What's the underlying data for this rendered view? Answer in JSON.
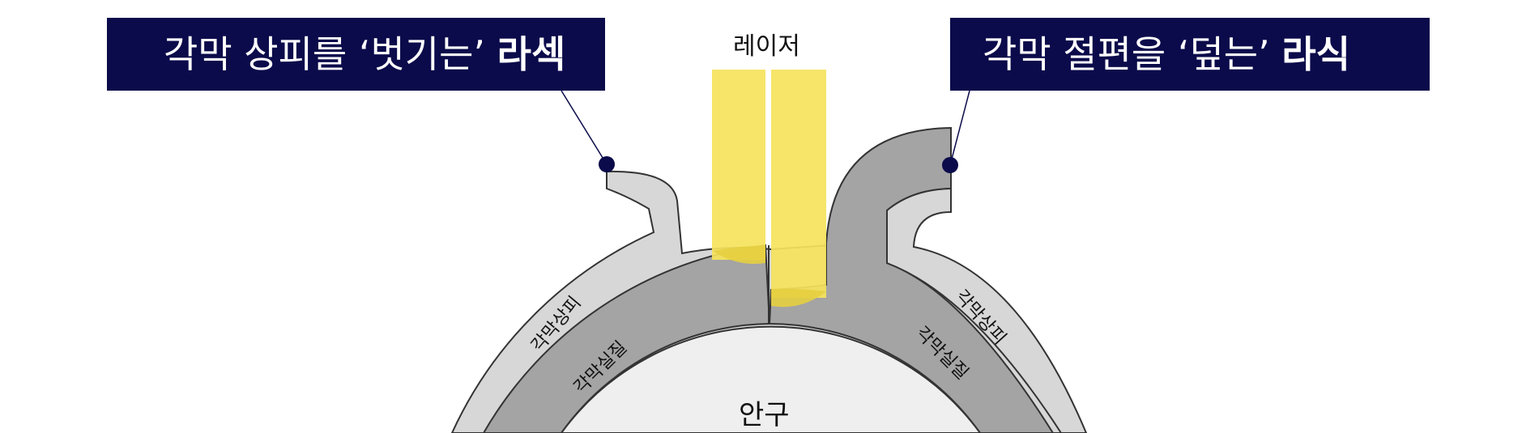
{
  "banners": {
    "left": {
      "text": "각막 상피를 ‘벗기는’ ",
      "bold": "라섹"
    },
    "right": {
      "text": "각막 절편을 ‘덮는’ ",
      "bold": "라식"
    }
  },
  "labels": {
    "laser": "레이저",
    "aqueous": "안구",
    "left_epithelium": "각막상피",
    "left_stroma": "각막실질",
    "right_epithelium": "각막상피",
    "right_stroma": "각막실질"
  },
  "colors": {
    "banner_bg": "#0b0b4b",
    "laser_yellow": "#f5e35c",
    "epithelium": "#d7d7d7",
    "stroma": "#a4a4a4",
    "aqueous": "#efefef",
    "outline": "#333333",
    "callout_dot": "#0b0b4b"
  }
}
